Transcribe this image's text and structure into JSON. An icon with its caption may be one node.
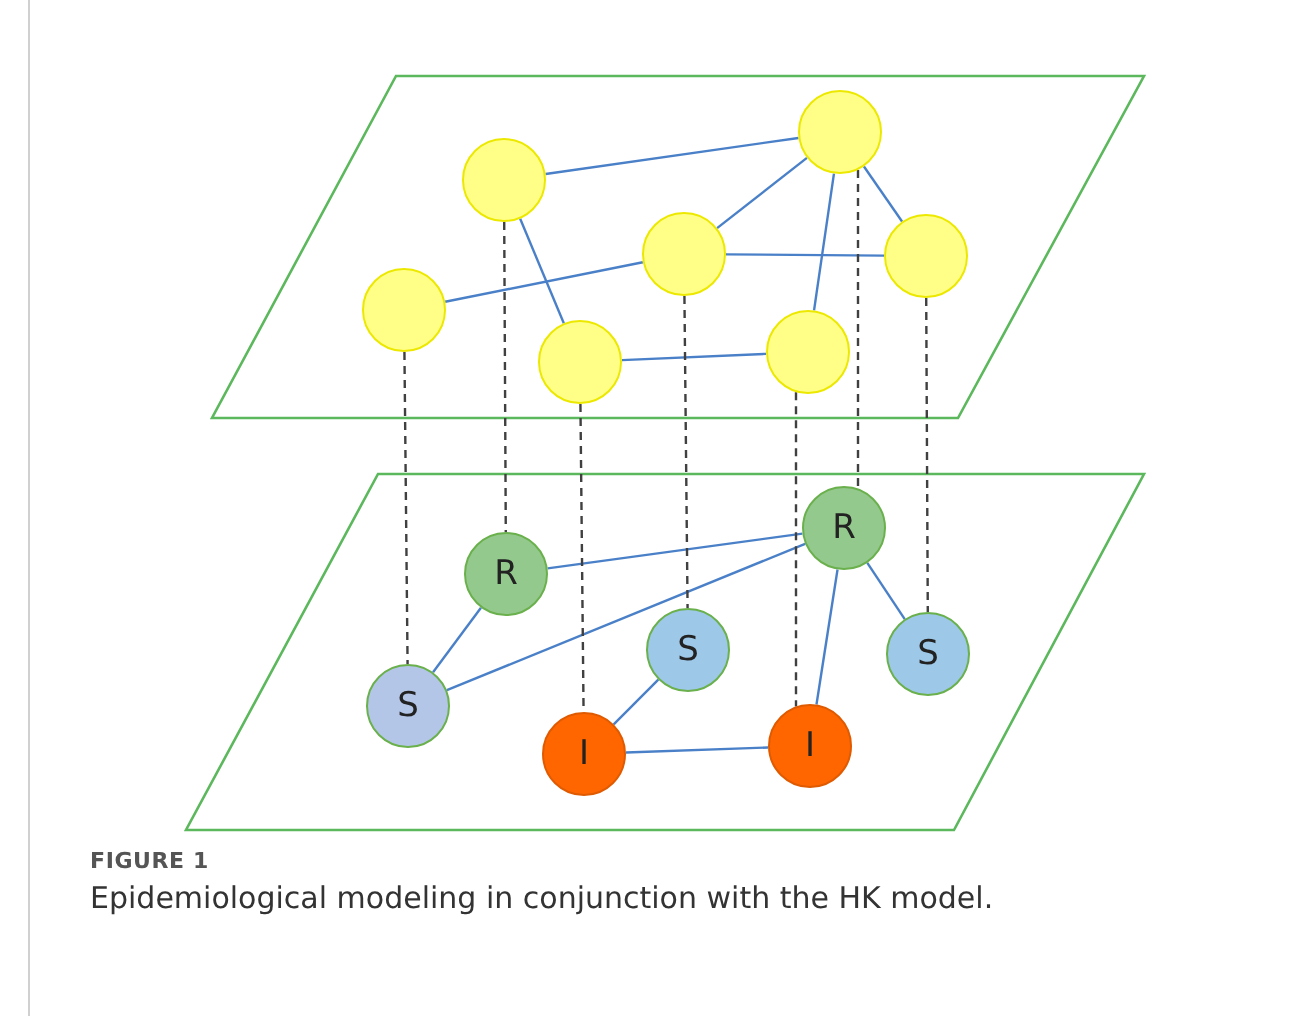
{
  "diagram": {
    "caption": "Epidemiological modeling in conjunction with the HK model.",
    "nodes": [
      {
        "text": [],
        "shape": "parallelogram"
      },
      {
        "text": [],
        "shape": "circle",
        "in": 0
      },
      {
        "text": [],
        "shape": "circle",
        "in": 0
      },
      {
        "text": [],
        "shape": "circle",
        "in": 0
      },
      {
        "text": [],
        "shape": "circle",
        "in": 0
      },
      {
        "text": [],
        "shape": "circle",
        "in": 0
      },
      {
        "text": [],
        "shape": "circle",
        "in": 0
      },
      {
        "text": [],
        "shape": "circle",
        "in": 0
      },
      {
        "text": [],
        "shape": "parallelogram"
      },
      {
        "text": [
          "R"
        ],
        "in": 8
      },
      {
        "text": [
          "R"
        ],
        "in": 8
      },
      {
        "text": [
          "S"
        ],
        "in": 8
      },
      {
        "text": [
          "S"
        ],
        "in": 8
      },
      {
        "text": [
          "S"
        ],
        "in": 8
      },
      {
        "text": [
          "I"
        ],
        "in": 8
      },
      {
        "text": [
          "I"
        ],
        "in": 8
      }
    ],
    "edges": [
      {
        "from": 2,
        "to": 1,
        "arrow": "none"
      },
      {
        "from": 1,
        "to": 3,
        "arrow": "none"
      },
      {
        "from": 1,
        "to": 4,
        "arrow": "none"
      },
      {
        "from": 1,
        "to": 6,
        "arrow": "none"
      },
      {
        "from": 3,
        "to": 4,
        "arrow": "none"
      },
      {
        "from": 3,
        "to": 5,
        "arrow": "none"
      },
      {
        "from": 2,
        "to": 7,
        "arrow": "none"
      },
      {
        "from": 7,
        "to": 6,
        "arrow": "none"
      },
      {
        "from": 10,
        "to": 9,
        "arrow": "none"
      },
      {
        "from": 10,
        "to": 13,
        "arrow": "none"
      },
      {
        "from": 13,
        "to": 9,
        "arrow": "none"
      },
      {
        "from": 9,
        "to": 14,
        "arrow": "none"
      },
      {
        "from": 9,
        "to": 12,
        "arrow": "none"
      },
      {
        "from": 11,
        "to": 15,
        "arrow": "none"
      },
      {
        "from": 15,
        "to": 14,
        "arrow": "none"
      },
      {
        "from": 2,
        "to": 10,
        "arrow": "none",
        "style": "dashed",
        "color": "#404040"
      },
      {
        "from": 5,
        "to": 13,
        "arrow": "none",
        "style": "dashed",
        "color": "#404040"
      },
      {
        "from": 7,
        "to": 15,
        "arrow": "none",
        "style": "dashed",
        "color": "#404040"
      },
      {
        "from": 3,
        "to": 11,
        "arrow": "none",
        "style": "dashed",
        "color": "#404040"
      },
      {
        "from": 6,
        "to": 14,
        "arrow": "none",
        "style": "dashed",
        "color": "#404040"
      },
      {
        "from": 1,
        "to": 9,
        "arrow": "none",
        "style": "dashed",
        "color": "#404040"
      },
      {
        "from": 4,
        "to": 12,
        "arrow": "none",
        "style": "dashed",
        "color": "#404040"
      }
    ],
    "labels": [
      "FIGURE 1"
    ]
  }
}
